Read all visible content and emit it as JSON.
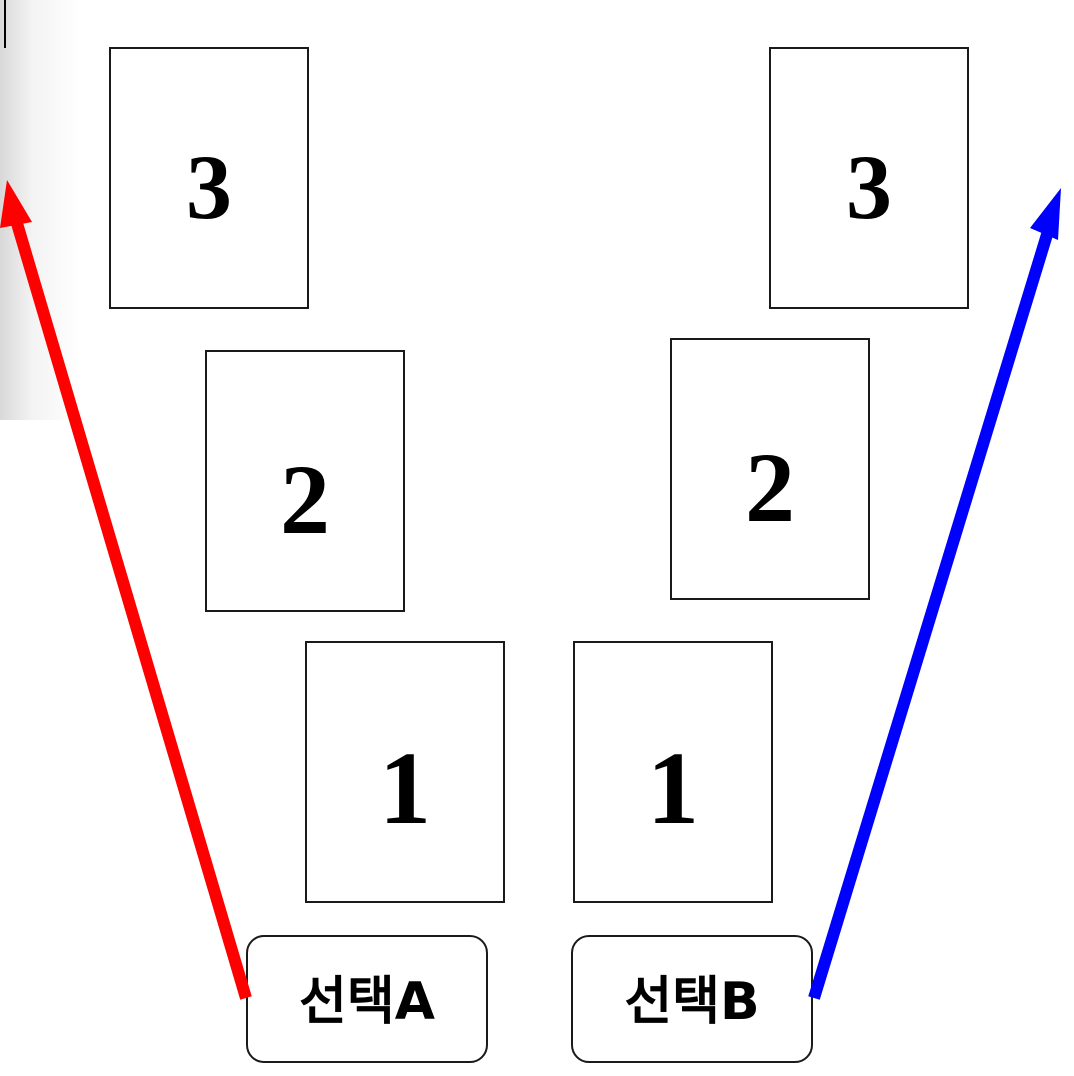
{
  "left_stack": {
    "card_top": "3",
    "card_middle": "2",
    "card_bottom": "1"
  },
  "right_stack": {
    "card_top": "3",
    "card_middle": "2",
    "card_bottom": "1"
  },
  "choices": {
    "a_label": "선택A",
    "b_label": "선택B"
  },
  "colors": {
    "arrow_a": "#ff0000",
    "arrow_b": "#0000ff",
    "outline": "#1a1a1a"
  }
}
